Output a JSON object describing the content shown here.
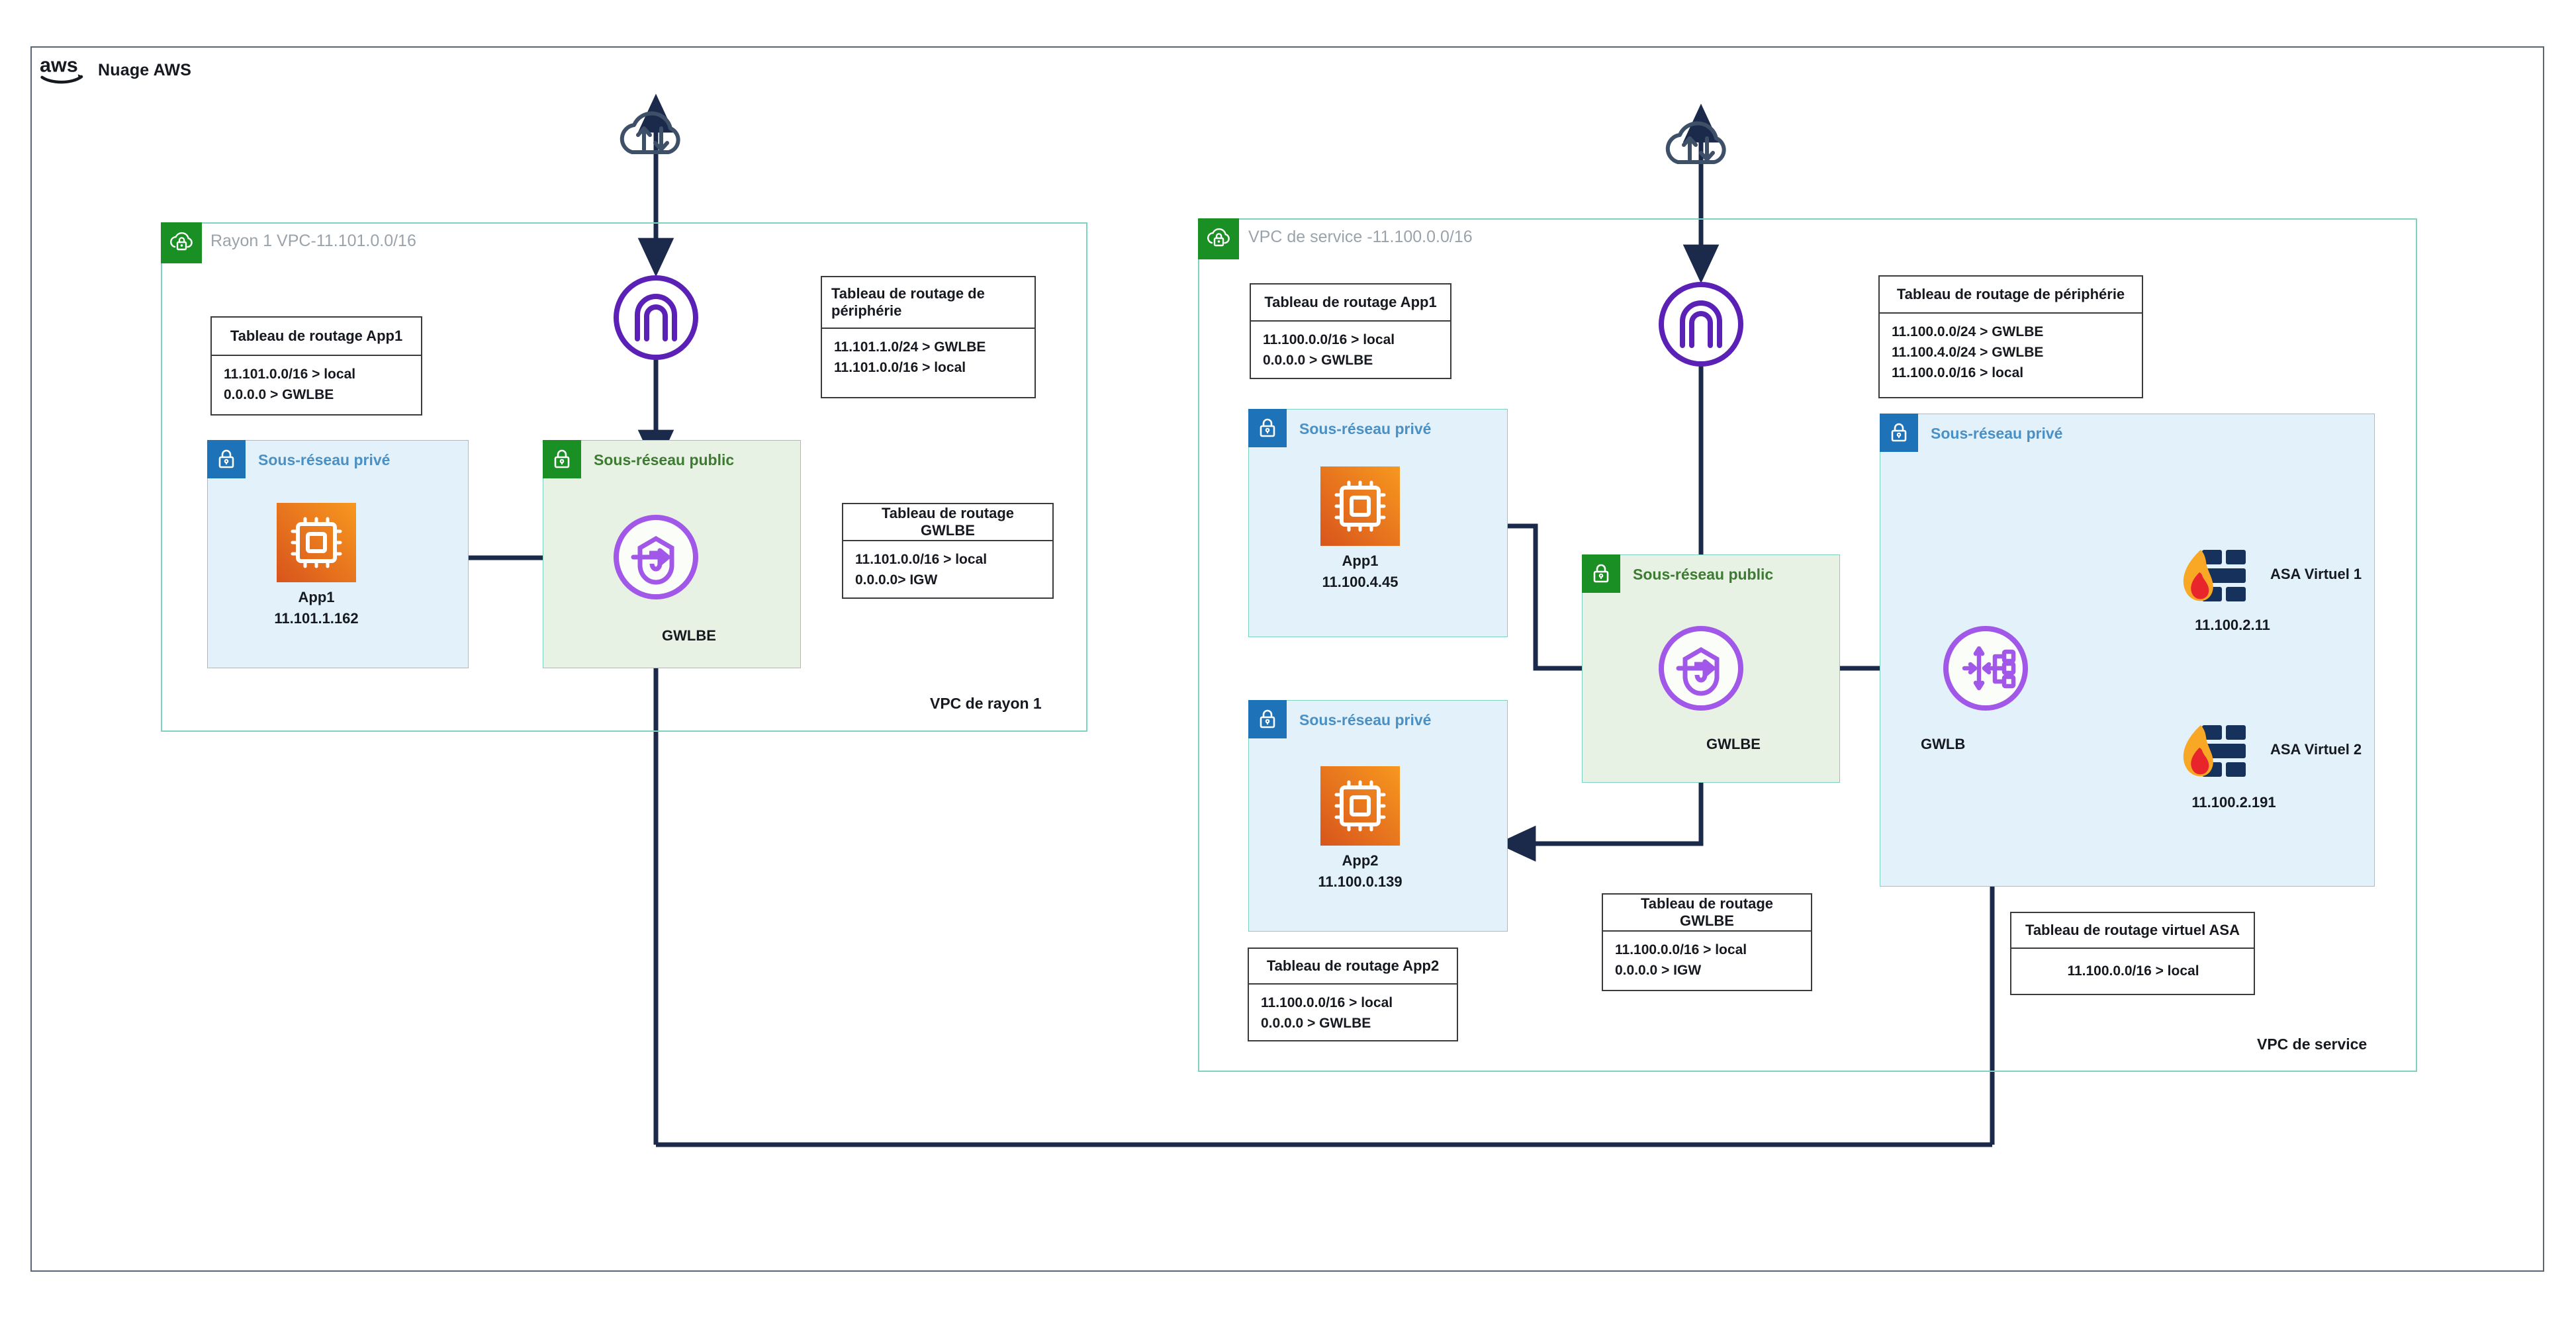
{
  "cloud": {
    "label": "Nuage AWS",
    "logo_icon": "aws-logo-icon"
  },
  "colors": {
    "vpc_border": "#7fd2c0",
    "vpc_icon_bg": "#1a8f23",
    "private_subnet_bg": "#e3f1fa",
    "private_subnet_icon_bg": "#1e72b8",
    "private_subnet_text": "#4a90c4",
    "public_subnet_bg": "#e8f2e4",
    "public_subnet_icon_bg": "#1a8f23",
    "public_subnet_text": "#3d7a32",
    "arrow": "#1b2a4a",
    "gateway_purple": "#5b21b6",
    "endpoint_purple": "#a158e8",
    "ec2_orange": "#e8792a",
    "firewall_navy": "#16325c",
    "flame_orange": "#f9a825",
    "flame_red": "#e8252a"
  },
  "spoke_vpc": {
    "title": "Rayon 1 VPC-11.101.0.0/16",
    "footer": "VPC de rayon 1",
    "vpc_icon": "vpc-cloud-lock-icon",
    "internet_gateway": {
      "icon": "internet-cloud-icon"
    },
    "igw_node": {
      "icon": "vpc-gateway-icon"
    },
    "private_subnet": {
      "label": "Sous-réseau privé",
      "icon": "private-subnet-lock-icon",
      "instance": {
        "icon": "ec2-instance-icon",
        "name": "App1",
        "ip": "11.101.1.162"
      }
    },
    "public_subnet": {
      "label": "Sous-réseau public",
      "icon": "public-subnet-lock-icon",
      "endpoint": {
        "icon": "gateway-load-balancer-endpoint-icon",
        "name": "GWLBE"
      }
    },
    "route_tables": [
      {
        "title": "Tableau de routage App1",
        "rows": [
          "11.101.0.0/16 > local",
          "0.0.0.0 > GWLBE"
        ]
      },
      {
        "title": "Tableau de routage de périphérie",
        "rows": [
          "11.101.1.0/24 > GWLBE",
          "11.101.0.0/16 > local"
        ]
      },
      {
        "title": "Tableau de routage GWLBE",
        "rows": [
          "11.101.0.0/16 > local",
          "0.0.0.0> IGW"
        ]
      }
    ]
  },
  "service_vpc": {
    "title": "VPC de service -11.100.0.0/16",
    "footer": "VPC de service",
    "vpc_icon": "vpc-cloud-lock-icon",
    "internet_gateway": {
      "icon": "internet-cloud-icon"
    },
    "igw_node": {
      "icon": "vpc-gateway-icon"
    },
    "private_subnet_app1": {
      "label": "Sous-réseau privé",
      "icon": "private-subnet-lock-icon",
      "instance": {
        "icon": "ec2-instance-icon",
        "name": "App1",
        "ip": "11.100.4.45"
      }
    },
    "private_subnet_app2": {
      "label": "Sous-réseau privé",
      "icon": "private-subnet-lock-icon",
      "instance": {
        "icon": "ec2-instance-icon",
        "name": "App2",
        "ip": "11.100.0.139"
      }
    },
    "public_subnet": {
      "label": "Sous-réseau public",
      "icon": "public-subnet-lock-icon",
      "endpoint": {
        "icon": "gateway-load-balancer-endpoint-icon",
        "name": "GWLBE"
      }
    },
    "private_subnet_asa": {
      "label": "Sous-réseau privé",
      "icon": "private-subnet-lock-icon",
      "load_balancer": {
        "icon": "gateway-load-balancer-icon",
        "name": "GWLB"
      },
      "appliances": [
        {
          "icon": "firewall-icon",
          "name": "ASA Virtuel 1",
          "ip": "11.100.2.11"
        },
        {
          "icon": "firewall-icon",
          "name": "ASA Virtuel 2",
          "ip": "11.100.2.191"
        }
      ]
    },
    "route_tables": [
      {
        "title": "Tableau de routage App1",
        "rows": [
          "11.100.0.0/16 > local",
          "0.0.0.0 > GWLBE"
        ]
      },
      {
        "title": "Tableau de routage de périphérie",
        "rows": [
          "11.100.0.0/24 > GWLBE",
          "11.100.4.0/24 > GWLBE",
          "11.100.0.0/16 > local"
        ]
      },
      {
        "title": "Tableau de routage App2",
        "rows": [
          "11.100.0.0/16 > local",
          "0.0.0.0 > GWLBE"
        ]
      },
      {
        "title": "Tableau de routage GWLBE",
        "rows": [
          "11.100.0.0/16 > local",
          "0.0.0.0 > IGW"
        ]
      },
      {
        "title": "Tableau de routage virtuel ASA",
        "rows": [
          "11.100.0.0/16 > local"
        ]
      }
    ]
  }
}
